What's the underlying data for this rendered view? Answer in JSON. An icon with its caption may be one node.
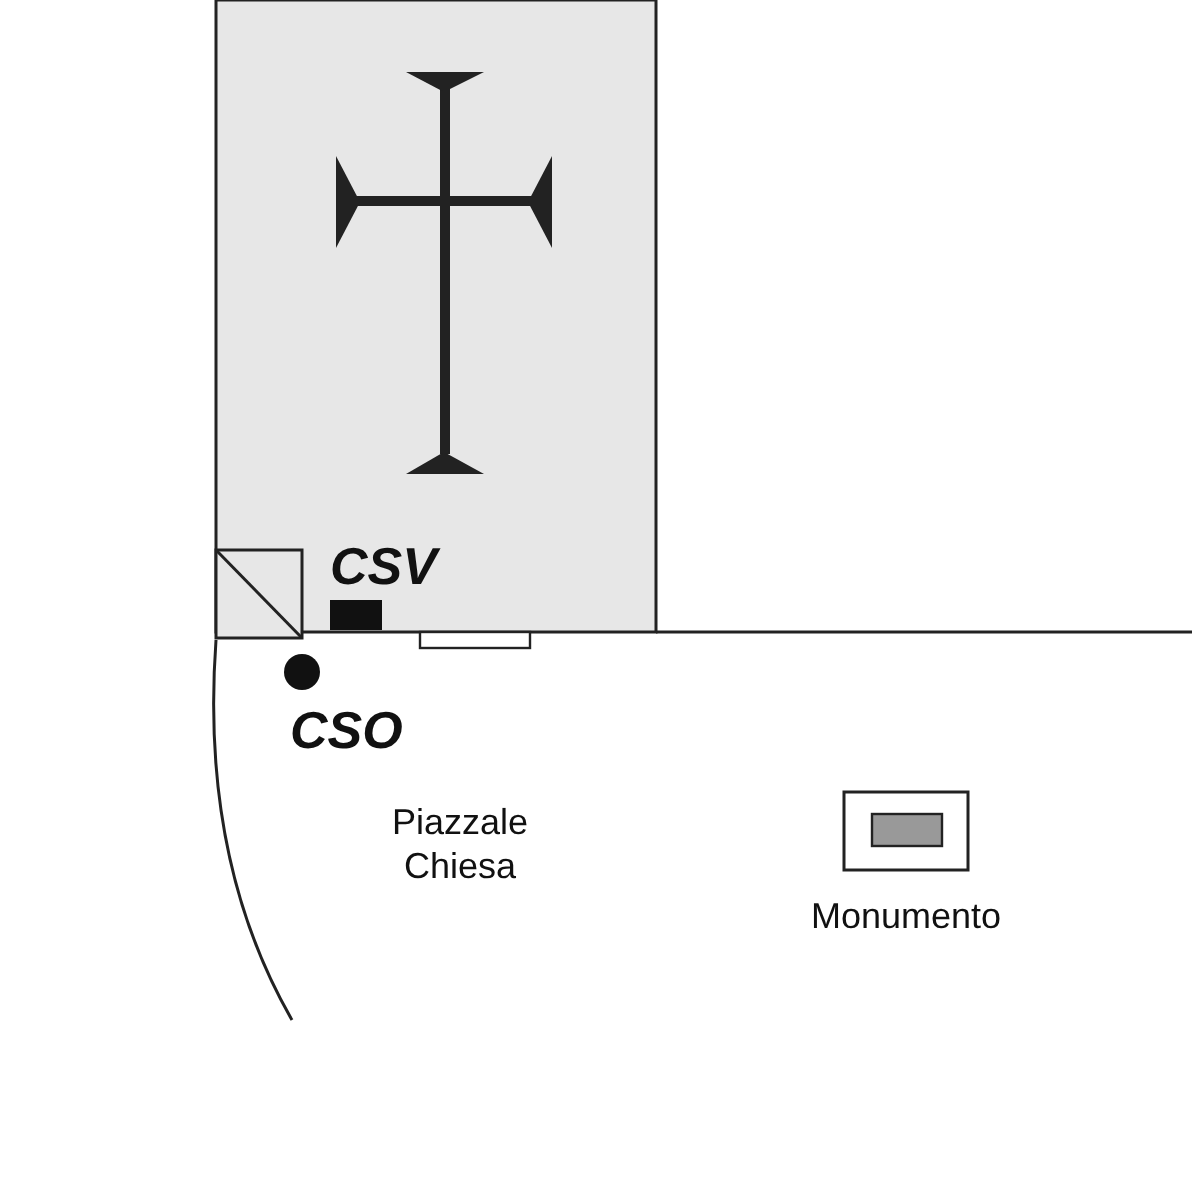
{
  "diagram": {
    "labels": [
      "CSV",
      "CSO",
      "Piazzale Chiesa",
      "Monumento"
    ]
  }
}
